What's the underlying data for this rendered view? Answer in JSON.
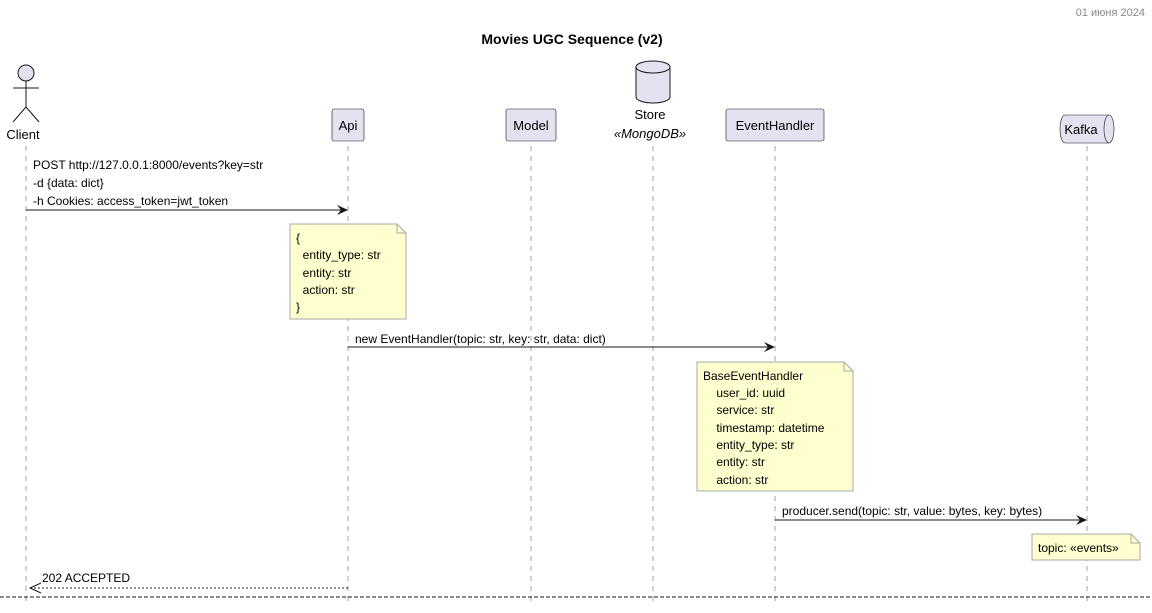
{
  "date": "01 июня 2024",
  "title": "Movies UGC Sequence (v2)",
  "participants": {
    "client": {
      "label": "Client"
    },
    "api": {
      "label": "Api"
    },
    "model": {
      "label": "Model"
    },
    "store": {
      "label": "Store",
      "stereotype": "«MongoDB»"
    },
    "eventhandler": {
      "label": "EventHandler"
    },
    "kafka": {
      "label": "Kafka"
    }
  },
  "messages": {
    "post_request": {
      "lines": [
        "POST http://127.0.0.1:8000/events?key=str",
        "-d {data: dict}",
        "-h Cookies: access_token=jwt_token"
      ]
    },
    "new_handler": {
      "lines": [
        "new EventHandler(topic: str, key: str, data: dict)"
      ]
    },
    "producer_send": {
      "lines": [
        "producer.send(topic: str, value: bytes, key: bytes)"
      ]
    },
    "accepted": {
      "lines": [
        "202 ACCEPTED"
      ]
    }
  },
  "notes": {
    "payload": {
      "lines": [
        "{",
        "  entity_type: str",
        "  entity: str",
        "  action: str",
        "}"
      ]
    },
    "base_handler": {
      "lines": [
        "BaseEventHandler",
        "    user_id: uuid",
        "    service: str",
        "    timestamp: datetime",
        "    entity_type: str",
        "    entity: str",
        "    action: str"
      ]
    },
    "topic": {
      "lines": [
        "topic: «events»"
      ]
    }
  },
  "colors": {
    "participant_fill": "#e2e2f0",
    "participant_border": "#181818",
    "note_fill": "#fefece",
    "note_border": "#a8a8a8",
    "lifeline": "#a0a0a0",
    "arrow": "#181818",
    "date_text": "#888888"
  }
}
